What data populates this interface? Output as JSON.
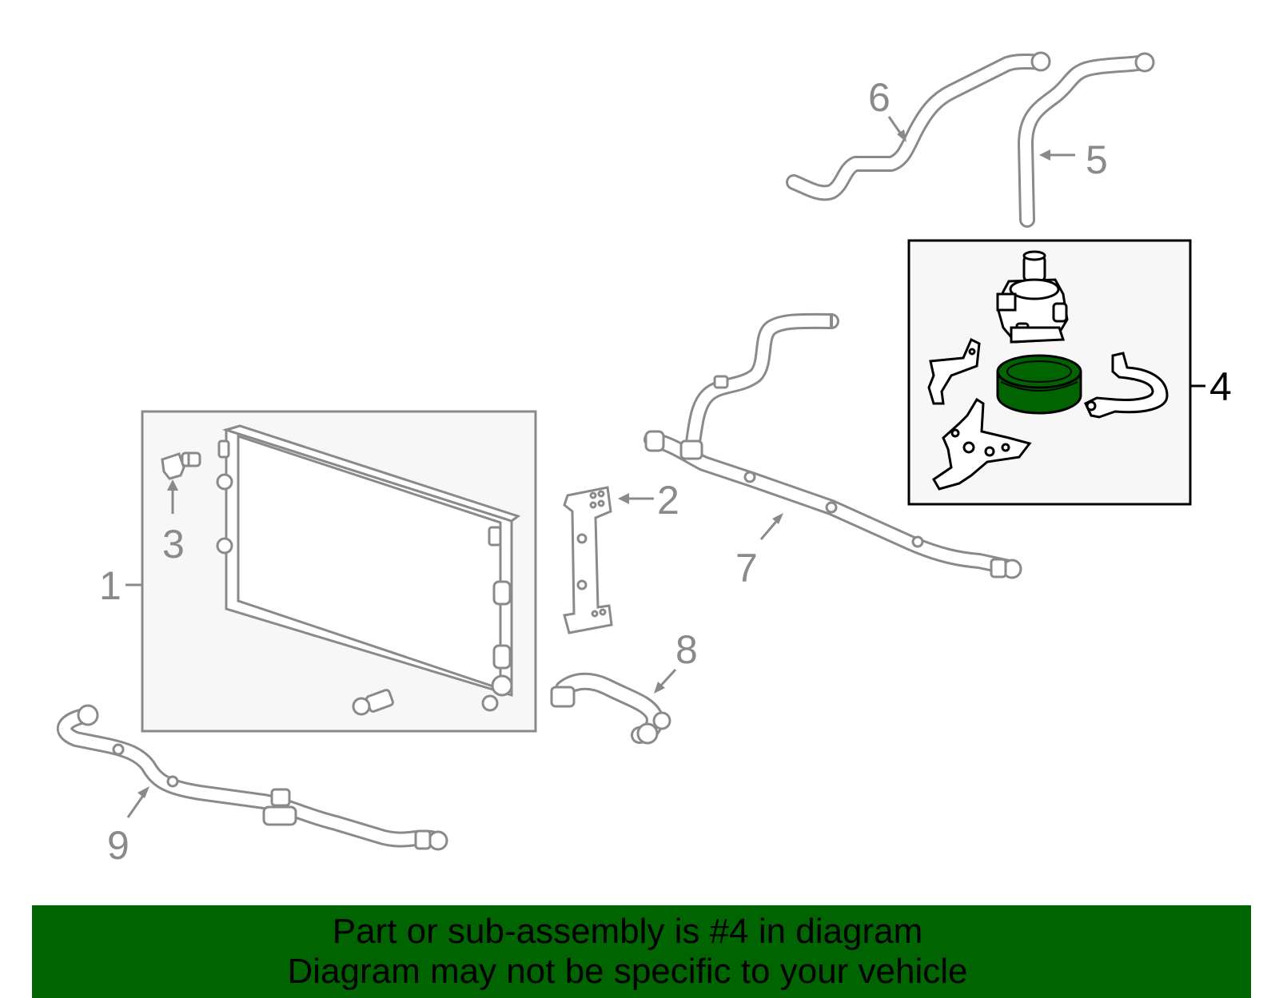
{
  "callouts": [
    {
      "id": "1",
      "label": "1"
    },
    {
      "id": "2",
      "label": "2"
    },
    {
      "id": "3",
      "label": "3"
    },
    {
      "id": "4",
      "label": "4"
    },
    {
      "id": "5",
      "label": "5"
    },
    {
      "id": "6",
      "label": "6"
    },
    {
      "id": "7",
      "label": "7"
    },
    {
      "id": "8",
      "label": "8"
    },
    {
      "id": "9",
      "label": "9"
    }
  ],
  "highlighted_part": "4",
  "banner": {
    "line1": "Part or sub-assembly is #4 in diagram",
    "line2": "Diagram may not be specific to your vehicle",
    "background_color": "#006400"
  },
  "colors": {
    "part_outline": "#8a8a8a",
    "highlight_outline": "#000000",
    "highlight_fill": "#006400",
    "box_fill": "#f7f7f7"
  }
}
